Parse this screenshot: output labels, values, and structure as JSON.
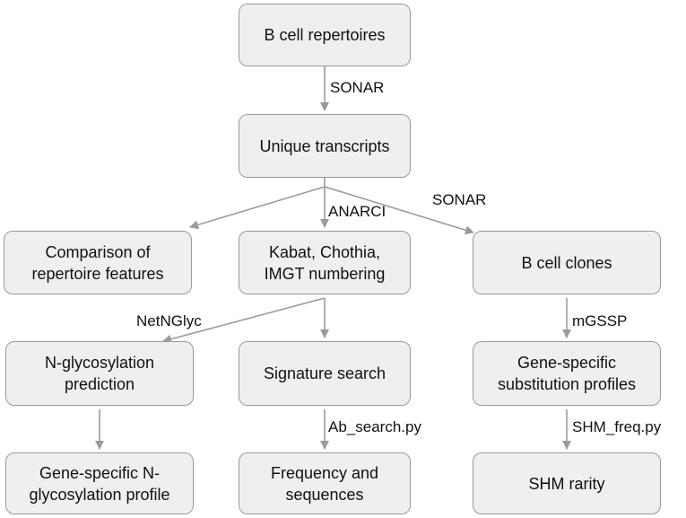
{
  "nodes": {
    "b_cell_repertoires": "B cell repertoires",
    "unique_transcripts": "Unique transcripts",
    "comparison": "Comparison of\nrepertoire features",
    "numbering": "Kabat, Chothia,\nIMGT numbering",
    "b_cell_clones": "B cell clones",
    "nglyco_prediction": "N-glycosylation\nprediction",
    "signature_search": "Signature search",
    "gene_specific_substitution": "Gene-specific\nsubstitution profiles",
    "gene_specific_nglyco": "Gene-specific N-\nglycosylation profile",
    "frequency_sequences": "Frequency and\nsequences",
    "shm_rarity": "SHM rarity"
  },
  "edge_labels": {
    "sonar_1": "SONAR",
    "sonar_2": "SONAR",
    "anarci": "ANARCI",
    "netnglyc": "NetNGlyc",
    "mgssp": "mGSSP",
    "ab_search": "Ab_search.py",
    "shm_freq": "SHM_freq.py"
  },
  "colors": {
    "box_fill": "#efefef",
    "box_border": "#9a9a9a",
    "arrow": "#9a9a9a"
  }
}
